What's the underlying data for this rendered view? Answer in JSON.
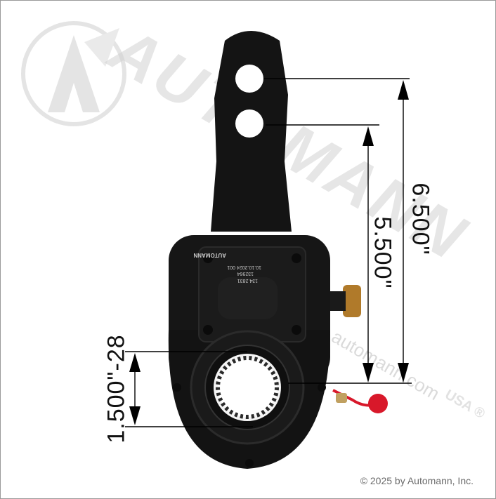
{
  "dimensions": {
    "overall": "6.500\"",
    "mid": "5.500\"",
    "spline": "1.500\"-28"
  },
  "copyright": "© 2025 by Automann, Inc.",
  "part_stamp": {
    "brand": "AUTOMANN",
    "date": "10.10.2024 001",
    "code": "132964",
    "part": "134.2831"
  },
  "watermark": {
    "brand": "AUTOMANN",
    "suffix": "USA",
    "website": "automann.com",
    "color": "#cfcfcf"
  },
  "colors": {
    "part_body": "#141414",
    "dimension_lines": "#000000",
    "fitting_cap": "#d8182a",
    "adjuster_nut": "#b07a2a"
  }
}
